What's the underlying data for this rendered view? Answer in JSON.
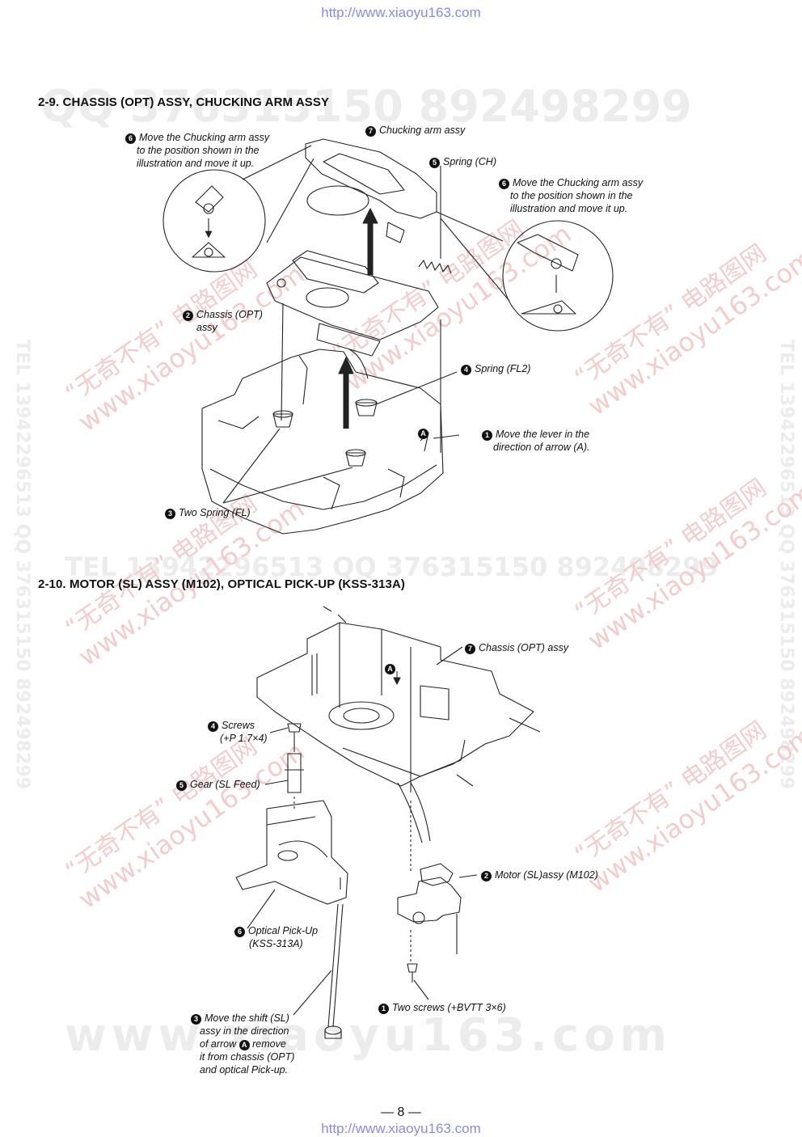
{
  "header_url": "http://www.xiaoyu163.com",
  "footer_url": "http://www.xiaoyu163.com",
  "watermarks": {
    "qq_top": "QQ 376315150   892498299",
    "tel_mid": "TEL 13942296513     QQ 376315150  892498299",
    "www_bottom": "www.xiaoyu163.com",
    "side": "TEL 13942296513  QQ 376315150  892498299",
    "red_cn": "“无奇不有” 电路图网",
    "red_url": "www.xiaoyu163.com"
  },
  "section1": {
    "title": "2-9.    CHASSIS (OPT) ASSY, CHUCKING ARM ASSY",
    "labels": {
      "l6a": [
        "Move the Chucking arm assy",
        "to the position shown in the",
        "illustration and move it up."
      ],
      "l6a_num": "6",
      "l7": "Chucking arm assy",
      "l7_num": "7",
      "l5": "Spring (CH)",
      "l5_num": "5",
      "l6b": [
        "Move the Chucking arm assy",
        "to the position shown in the",
        "illustration and move it up."
      ],
      "l6b_num": "6",
      "l2": [
        "Chassis (OPT)",
        "assy"
      ],
      "l2_num": "2",
      "l4": "Spring (FL2)",
      "l4_num": "4",
      "l1": [
        "Move the lever in the",
        "direction of arrow (A)."
      ],
      "l1_num": "1",
      "l3": "Two Spring (FL)",
      "l3_num": "3",
      "markA": "A"
    }
  },
  "section2": {
    "title": "2-10.  MOTOR (SL) ASSY (M102), OPTICAL PICK-UP (KSS-313A)",
    "labels": {
      "l7": "Chassis (OPT) assy",
      "l7_num": "7",
      "l4": [
        "Screws",
        "(+P 1.7×4)"
      ],
      "l4_num": "4",
      "l5": "Gear (SL Feed)",
      "l5_num": "5",
      "l2": "Motor (SL)assy (M102)",
      "l2_num": "2",
      "l6": [
        "Optical Pick-Up",
        "(KSS-313A)"
      ],
      "l6_num": "6",
      "l1": "Two screws (+BVTT 3×6)",
      "l1_num": "1",
      "l3": [
        "Move the shift (SL)",
        "assy in the direction",
        "of arrow",
        "remove",
        "it from chassis (OPT)",
        "and optical Pick-up."
      ],
      "l3_num": "3",
      "markA": "A"
    }
  },
  "page_number": "— 8 —"
}
